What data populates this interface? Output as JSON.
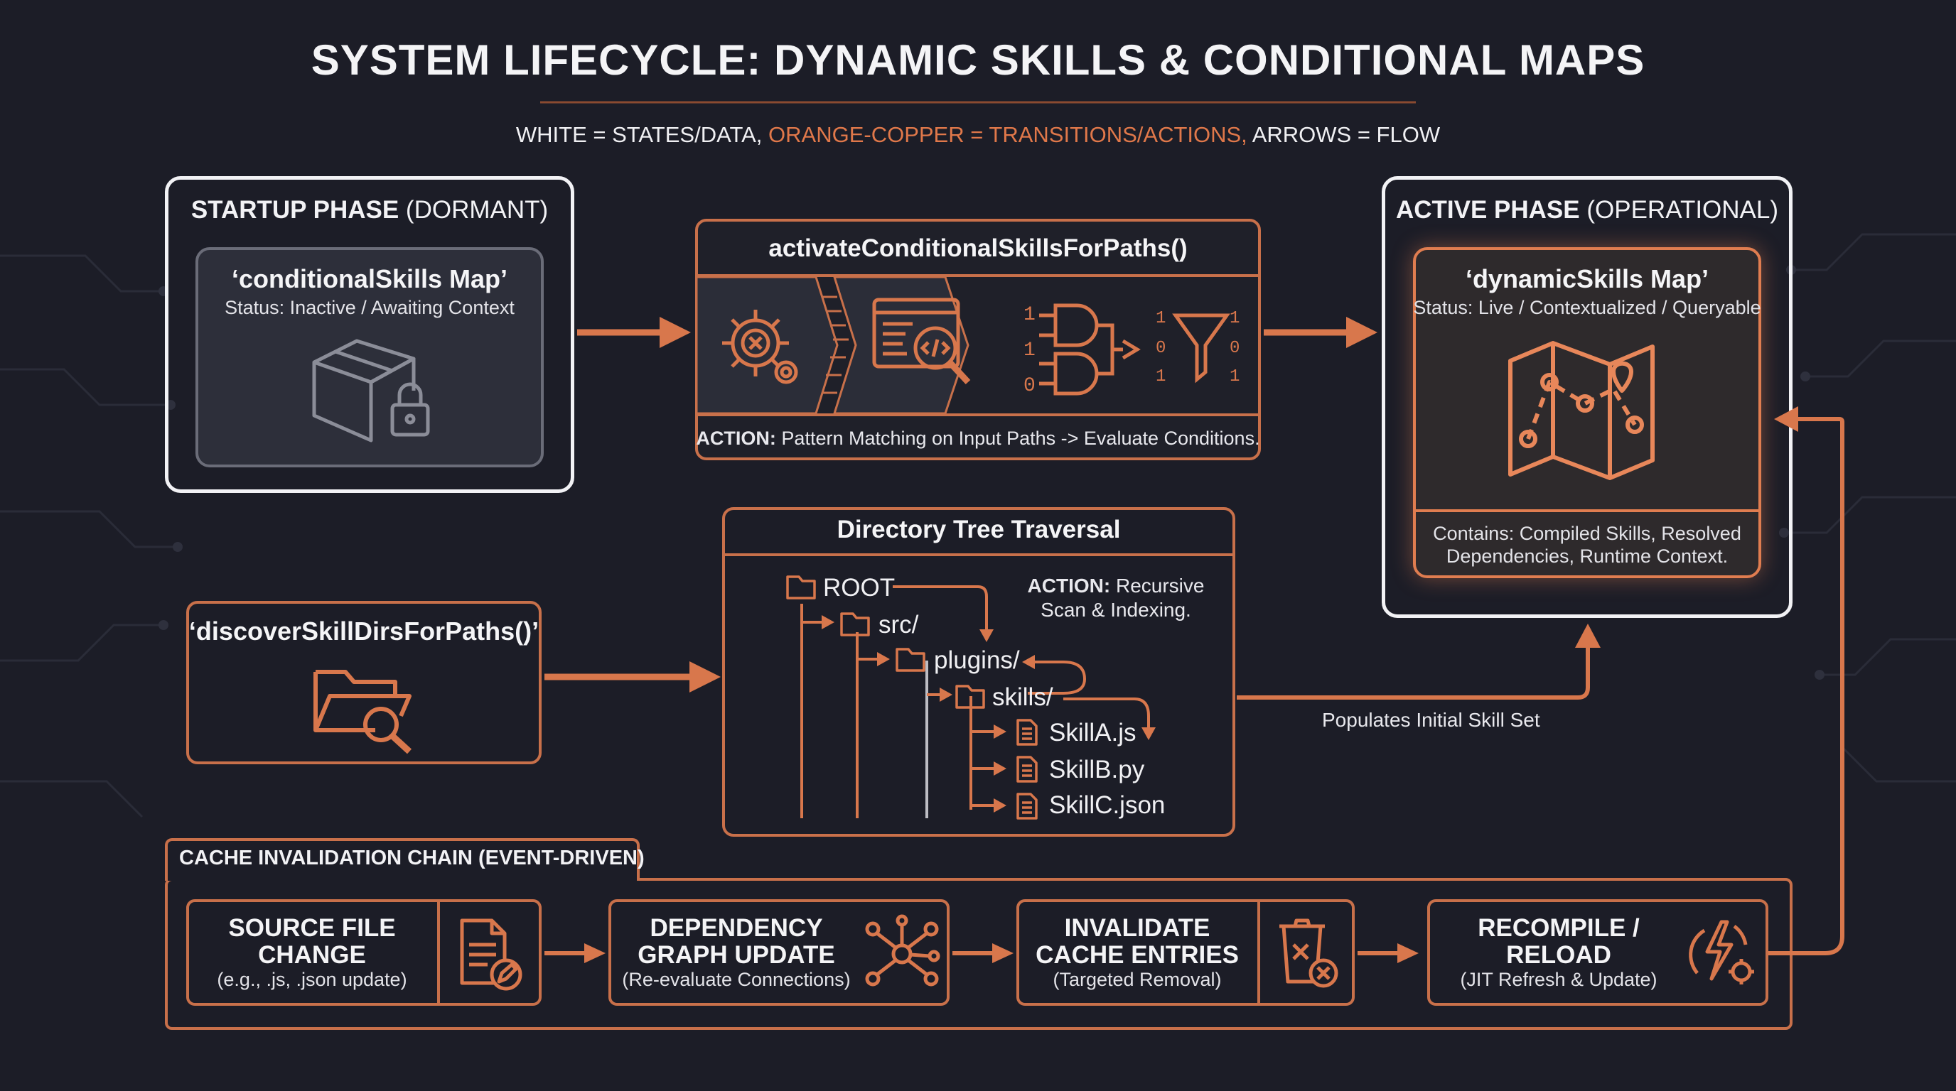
{
  "title": "SYSTEM LIFECYCLE: DYNAMIC SKILLS & CONDITIONAL MAPS",
  "legend": {
    "white": "WHITE = STATES/DATA,",
    "orange": "ORANGE-COPPER = TRANSITIONS/ACTIONS,",
    "arrows": "ARROWS = FLOW"
  },
  "startup": {
    "heading_bold": "STARTUP PHASE",
    "heading_rest": "(DORMANT)",
    "map_name": "‘conditionalSkills Map’",
    "status": "Status: Inactive / Awaiting Context",
    "icon": "locked-box-icon"
  },
  "activate": {
    "function": "activateConditionalSkillsForPaths()",
    "action_label": "ACTION:",
    "action_text": "Pattern Matching on Input Paths -> Evaluate Conditions.",
    "icons": [
      "gear-icon",
      "code-inspect-icon",
      "logic-gates-icon",
      "binary-filter-icon"
    ]
  },
  "active": {
    "heading_bold": "ACTIVE PHASE",
    "heading_rest": "(OPERATIONAL)",
    "map_name": "‘dynamicSkills Map’",
    "status": "Status: Live / Contextualized / Queryable",
    "contains_line1": "Contains: Compiled Skills, Resolved",
    "contains_line2": "Dependencies, Runtime Context.",
    "icon": "map-icon"
  },
  "discover": {
    "function": "‘discoverSkillDirsForPaths()’",
    "icon": "folder-search-icon"
  },
  "tree": {
    "heading": "Directory Tree Traversal",
    "action_label": "ACTION:",
    "action_line1": "Recursive",
    "action_line2": "Scan & Indexing.",
    "items": [
      "ROOT",
      "src/",
      "plugins/",
      "skills/",
      "SkillA.js",
      "SkillB.py",
      "SkillC.json"
    ]
  },
  "populates": "Populates Initial Skill Set",
  "cache": {
    "heading": "CACHE INVALIDATION CHAIN (EVENT-DRIVEN)",
    "steps": [
      {
        "line1": "SOURCE FILE",
        "line2": "CHANGE",
        "sub": "(e.g., .js, .json update)",
        "icon": "file-edit-icon"
      },
      {
        "line1": "DEPENDENCY",
        "line2": "GRAPH UPDATE",
        "sub": "(Re-evaluate Connections)",
        "icon": "graph-nodes-icon"
      },
      {
        "line1": "INVALIDATE",
        "line2": "CACHE ENTRIES",
        "sub": "(Targeted Removal)",
        "icon": "trash-x-icon"
      },
      {
        "line1": "RECOMPILE /",
        "line2": "RELOAD",
        "sub": "(JIT Refresh & Update)",
        "icon": "bolt-gear-icon"
      }
    ]
  },
  "colors": {
    "background": "#1c1d27",
    "accent": "#c8704a",
    "legend_orange": "#e0784a",
    "white": "#f2f2f5"
  }
}
